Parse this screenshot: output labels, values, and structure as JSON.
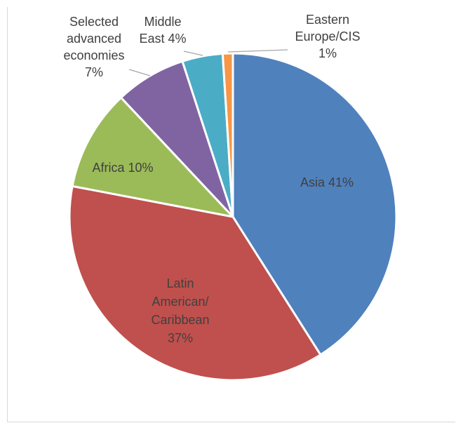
{
  "chart_data": {
    "type": "pie",
    "title": "",
    "legend": "none",
    "slices": [
      {
        "name": "Asia",
        "value": 41,
        "label_lines": [
          "Asia 41%"
        ],
        "color": "#4f81bd"
      },
      {
        "name": "Latin American/ Caribbean",
        "value": 37,
        "label_lines": [
          "Latin",
          "American/",
          "Caribbean",
          "37%"
        ],
        "color": "#c0504d"
      },
      {
        "name": "Africa",
        "value": 10,
        "label_lines": [
          "Africa 10%"
        ],
        "color": "#9bbb59"
      },
      {
        "name": "Selected advanced economies",
        "value": 7,
        "label_lines": [
          "Selected",
          "advanced",
          "economies",
          "7%"
        ],
        "color": "#8064a2"
      },
      {
        "name": "Middle East",
        "value": 4,
        "label_lines": [
          "Middle",
          "East 4%"
        ],
        "color": "#4bacc6"
      },
      {
        "name": "Eastern Europe/CIS",
        "value": 1,
        "label_lines": [
          "Eastern",
          "Europe/CIS",
          "1%"
        ],
        "color": "#f79646"
      }
    ]
  }
}
